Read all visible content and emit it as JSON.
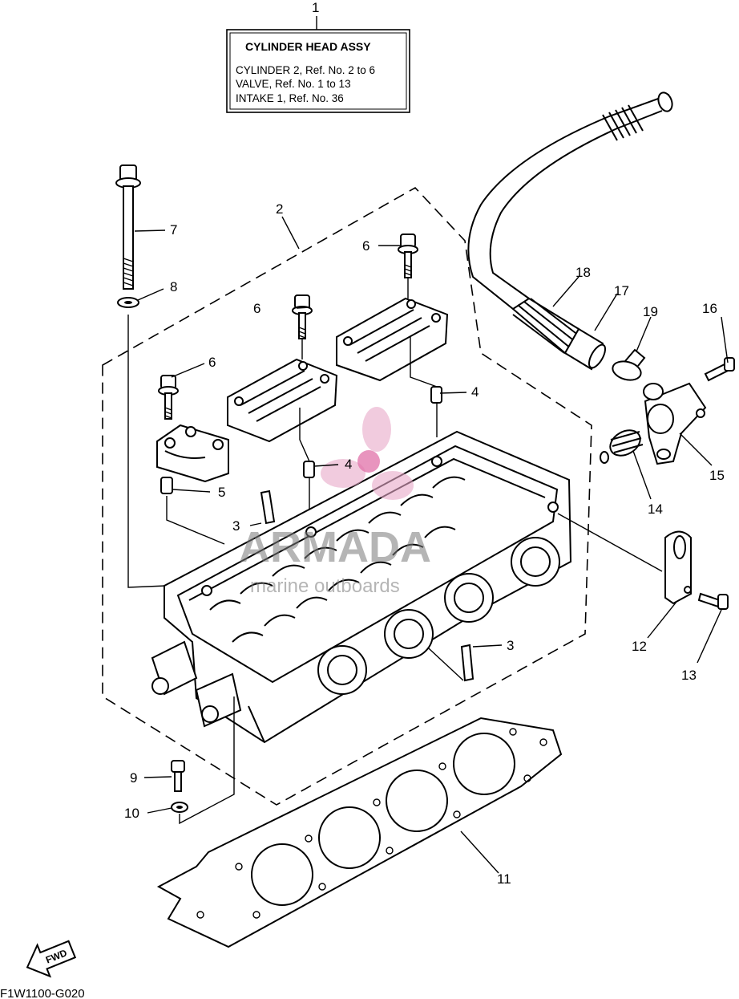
{
  "assembly_box": {
    "callout": "1",
    "title": "CYLINDER HEAD ASSY",
    "lines": [
      "CYLINDER 2, Ref. No. 2 to 6",
      "VALVE, Ref. No. 1 to 13",
      "INTAKE 1, Ref. No. 36"
    ]
  },
  "callouts": [
    "2",
    "3",
    "3",
    "4",
    "4",
    "5",
    "6",
    "6",
    "6",
    "7",
    "8",
    "9",
    "10",
    "11",
    "12",
    "13",
    "14",
    "15",
    "16",
    "17",
    "18",
    "19"
  ],
  "watermark": {
    "brand": "ARMADA",
    "tagline": "marine outboards"
  },
  "fwd_label": "FWD",
  "diagram_code": "F1W1100-G020",
  "colors": {
    "line": "#000000",
    "watermark_gray": "#7a7a7a",
    "watermark_pink": "#e8a8c8"
  }
}
